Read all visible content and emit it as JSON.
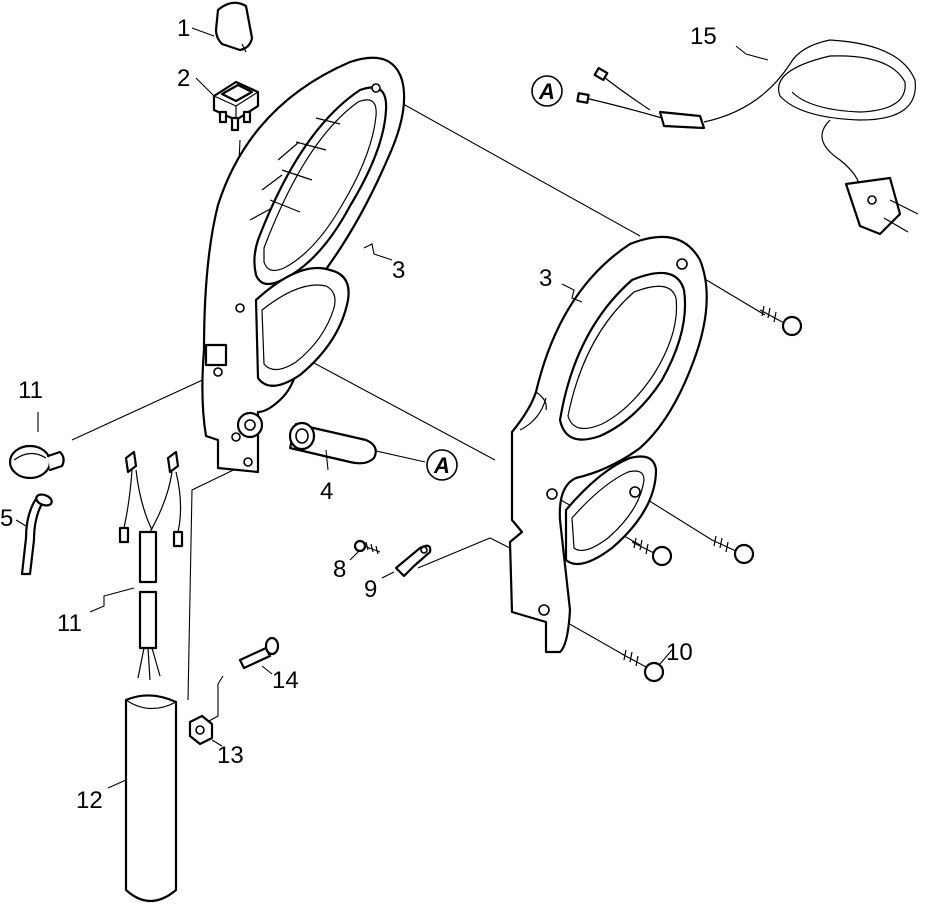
{
  "callouts": [
    {
      "id": "c1",
      "label": "1"
    },
    {
      "id": "c2",
      "label": "2"
    },
    {
      "id": "c3a",
      "label": "3"
    },
    {
      "id": "c3b",
      "label": "3"
    },
    {
      "id": "c4",
      "label": "4"
    },
    {
      "id": "c5",
      "label": "5"
    },
    {
      "id": "c8",
      "label": "8"
    },
    {
      "id": "c9",
      "label": "9"
    },
    {
      "id": "c10",
      "label": "10"
    },
    {
      "id": "c11a",
      "label": "11"
    },
    {
      "id": "c11b",
      "label": "11"
    },
    {
      "id": "c12",
      "label": "12"
    },
    {
      "id": "c13",
      "label": "13"
    },
    {
      "id": "c14",
      "label": "14"
    },
    {
      "id": "c15",
      "label": "15"
    }
  ],
  "connection_marker": {
    "label": "A"
  }
}
